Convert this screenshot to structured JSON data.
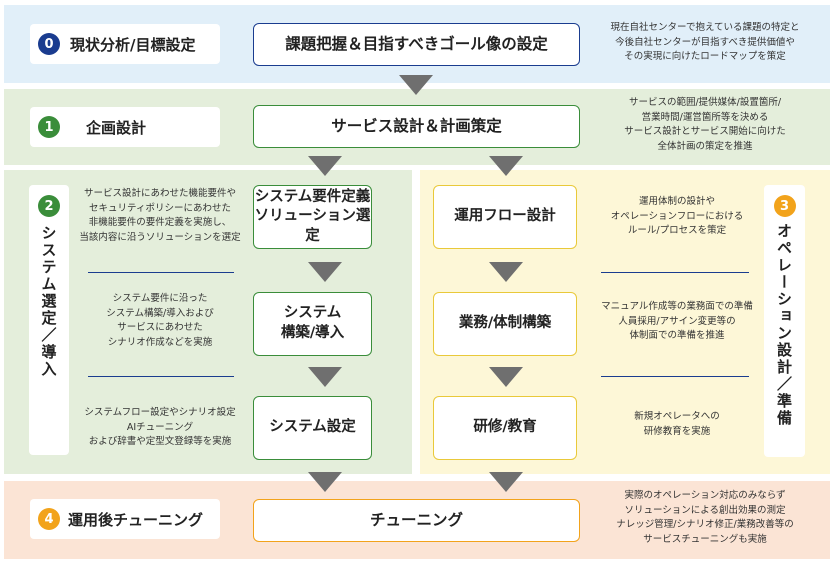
{
  "phase0": {
    "number": "0",
    "title": "現状分析/目標設定",
    "main_box": "課題把握＆目指すべきゴール像の設定",
    "desc": [
      "現在自社センターで抱えている課題の特定と",
      "今後自社センターが目指すべき提供価値や",
      "その実現に向けたロードマップを策定"
    ]
  },
  "phase1": {
    "number": "1",
    "title": "企画設計",
    "main_box": "サービス設計＆計画策定",
    "desc": [
      "サービスの範囲/提供媒体/設置箇所/",
      "営業時間/運営箇所等を決める",
      "サービス設計とサービス開始に向けた",
      "全体計画の策定を推進"
    ]
  },
  "phase2": {
    "number": "2",
    "title": "システム選定／導入",
    "steps": [
      {
        "label": [
          "システム要件定義",
          "ソリューション選定"
        ],
        "desc": [
          "サービス設計にあわせた機能要件や",
          "セキュリティポリシーにあわせた",
          "非機能要件の要件定義を実施し、",
          "当該内容に沿うソリューションを選定"
        ]
      },
      {
        "label": [
          "システム",
          "構築/導入"
        ],
        "desc": [
          "システム要件に沿った",
          "システム構築/導入および",
          "サービスにあわせた",
          "シナリオ作成などを実施"
        ]
      },
      {
        "label": [
          "システム設定"
        ],
        "desc": [
          "システムフロー設定やシナリオ設定",
          "AIチューニング",
          "および辞書や定型文登録等を実施"
        ]
      }
    ]
  },
  "phase3": {
    "number": "3",
    "title": "オペレーション設計／準備",
    "steps": [
      {
        "label": [
          "運用フロー設計"
        ],
        "desc": [
          "運用体制の設計や",
          "オペレーションフローにおける",
          "ルール/プロセスを策定"
        ]
      },
      {
        "label": [
          "業務/体制構築"
        ],
        "desc": [
          "マニュアル作成等の業務面での準備",
          "人員採用/アサイン変更等の",
          "体制面での準備を推進"
        ]
      },
      {
        "label": [
          "研修/教育"
        ],
        "desc": [
          "新規オペレータへの",
          "研修教育を実施"
        ]
      }
    ]
  },
  "phase4": {
    "number": "4",
    "title": "運用後チューニング",
    "main_box": "チューニング",
    "desc": [
      "実際のオペレーション対応のみならず",
      "ソリューションによる創出効果の測定",
      "ナレッジ管理/シナリオ修正/業務改善等の",
      "サービスチューニングも実施"
    ]
  },
  "colors": {
    "phase0_bg": "#e1eff9",
    "phase1_bg": "#e4eedb",
    "phase2_bg": "#e4eedb",
    "phase3_bg": "#fdf7d7",
    "phase4_bg": "#fbe4d5",
    "navy": "#1a3c8f",
    "green": "#3a8d3a",
    "yellow": "#e9c93a",
    "orange": "#f2a31b",
    "arrow": "#6f6f6f"
  }
}
